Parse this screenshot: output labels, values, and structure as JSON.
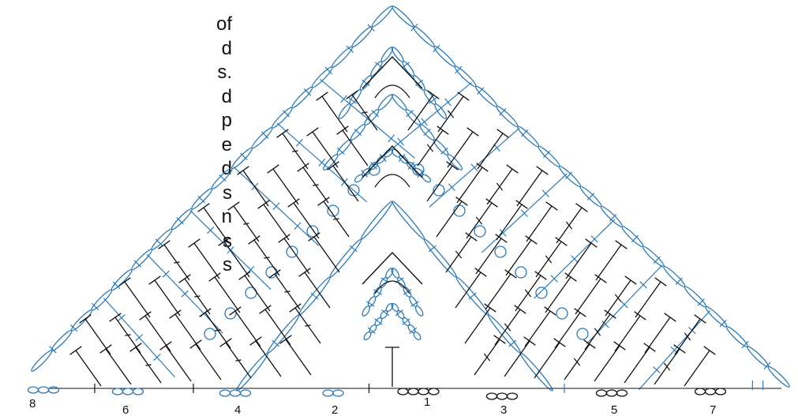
{
  "side_text_fragments": [
    "of",
    "d",
    "s.",
    "d",
    "p",
    "e",
    "d",
    "s",
    "n",
    "s",
    "s"
  ],
  "row_labels": [
    "1",
    "2",
    "3",
    "4",
    "5",
    "6",
    "7",
    "8"
  ],
  "colors": {
    "blue": "#2a7ab8",
    "black": "#111111"
  },
  "stitch_symbols": [
    "chain-oval",
    "double-crochet-t",
    "slip-stitch-tick",
    "cluster-loop"
  ]
}
